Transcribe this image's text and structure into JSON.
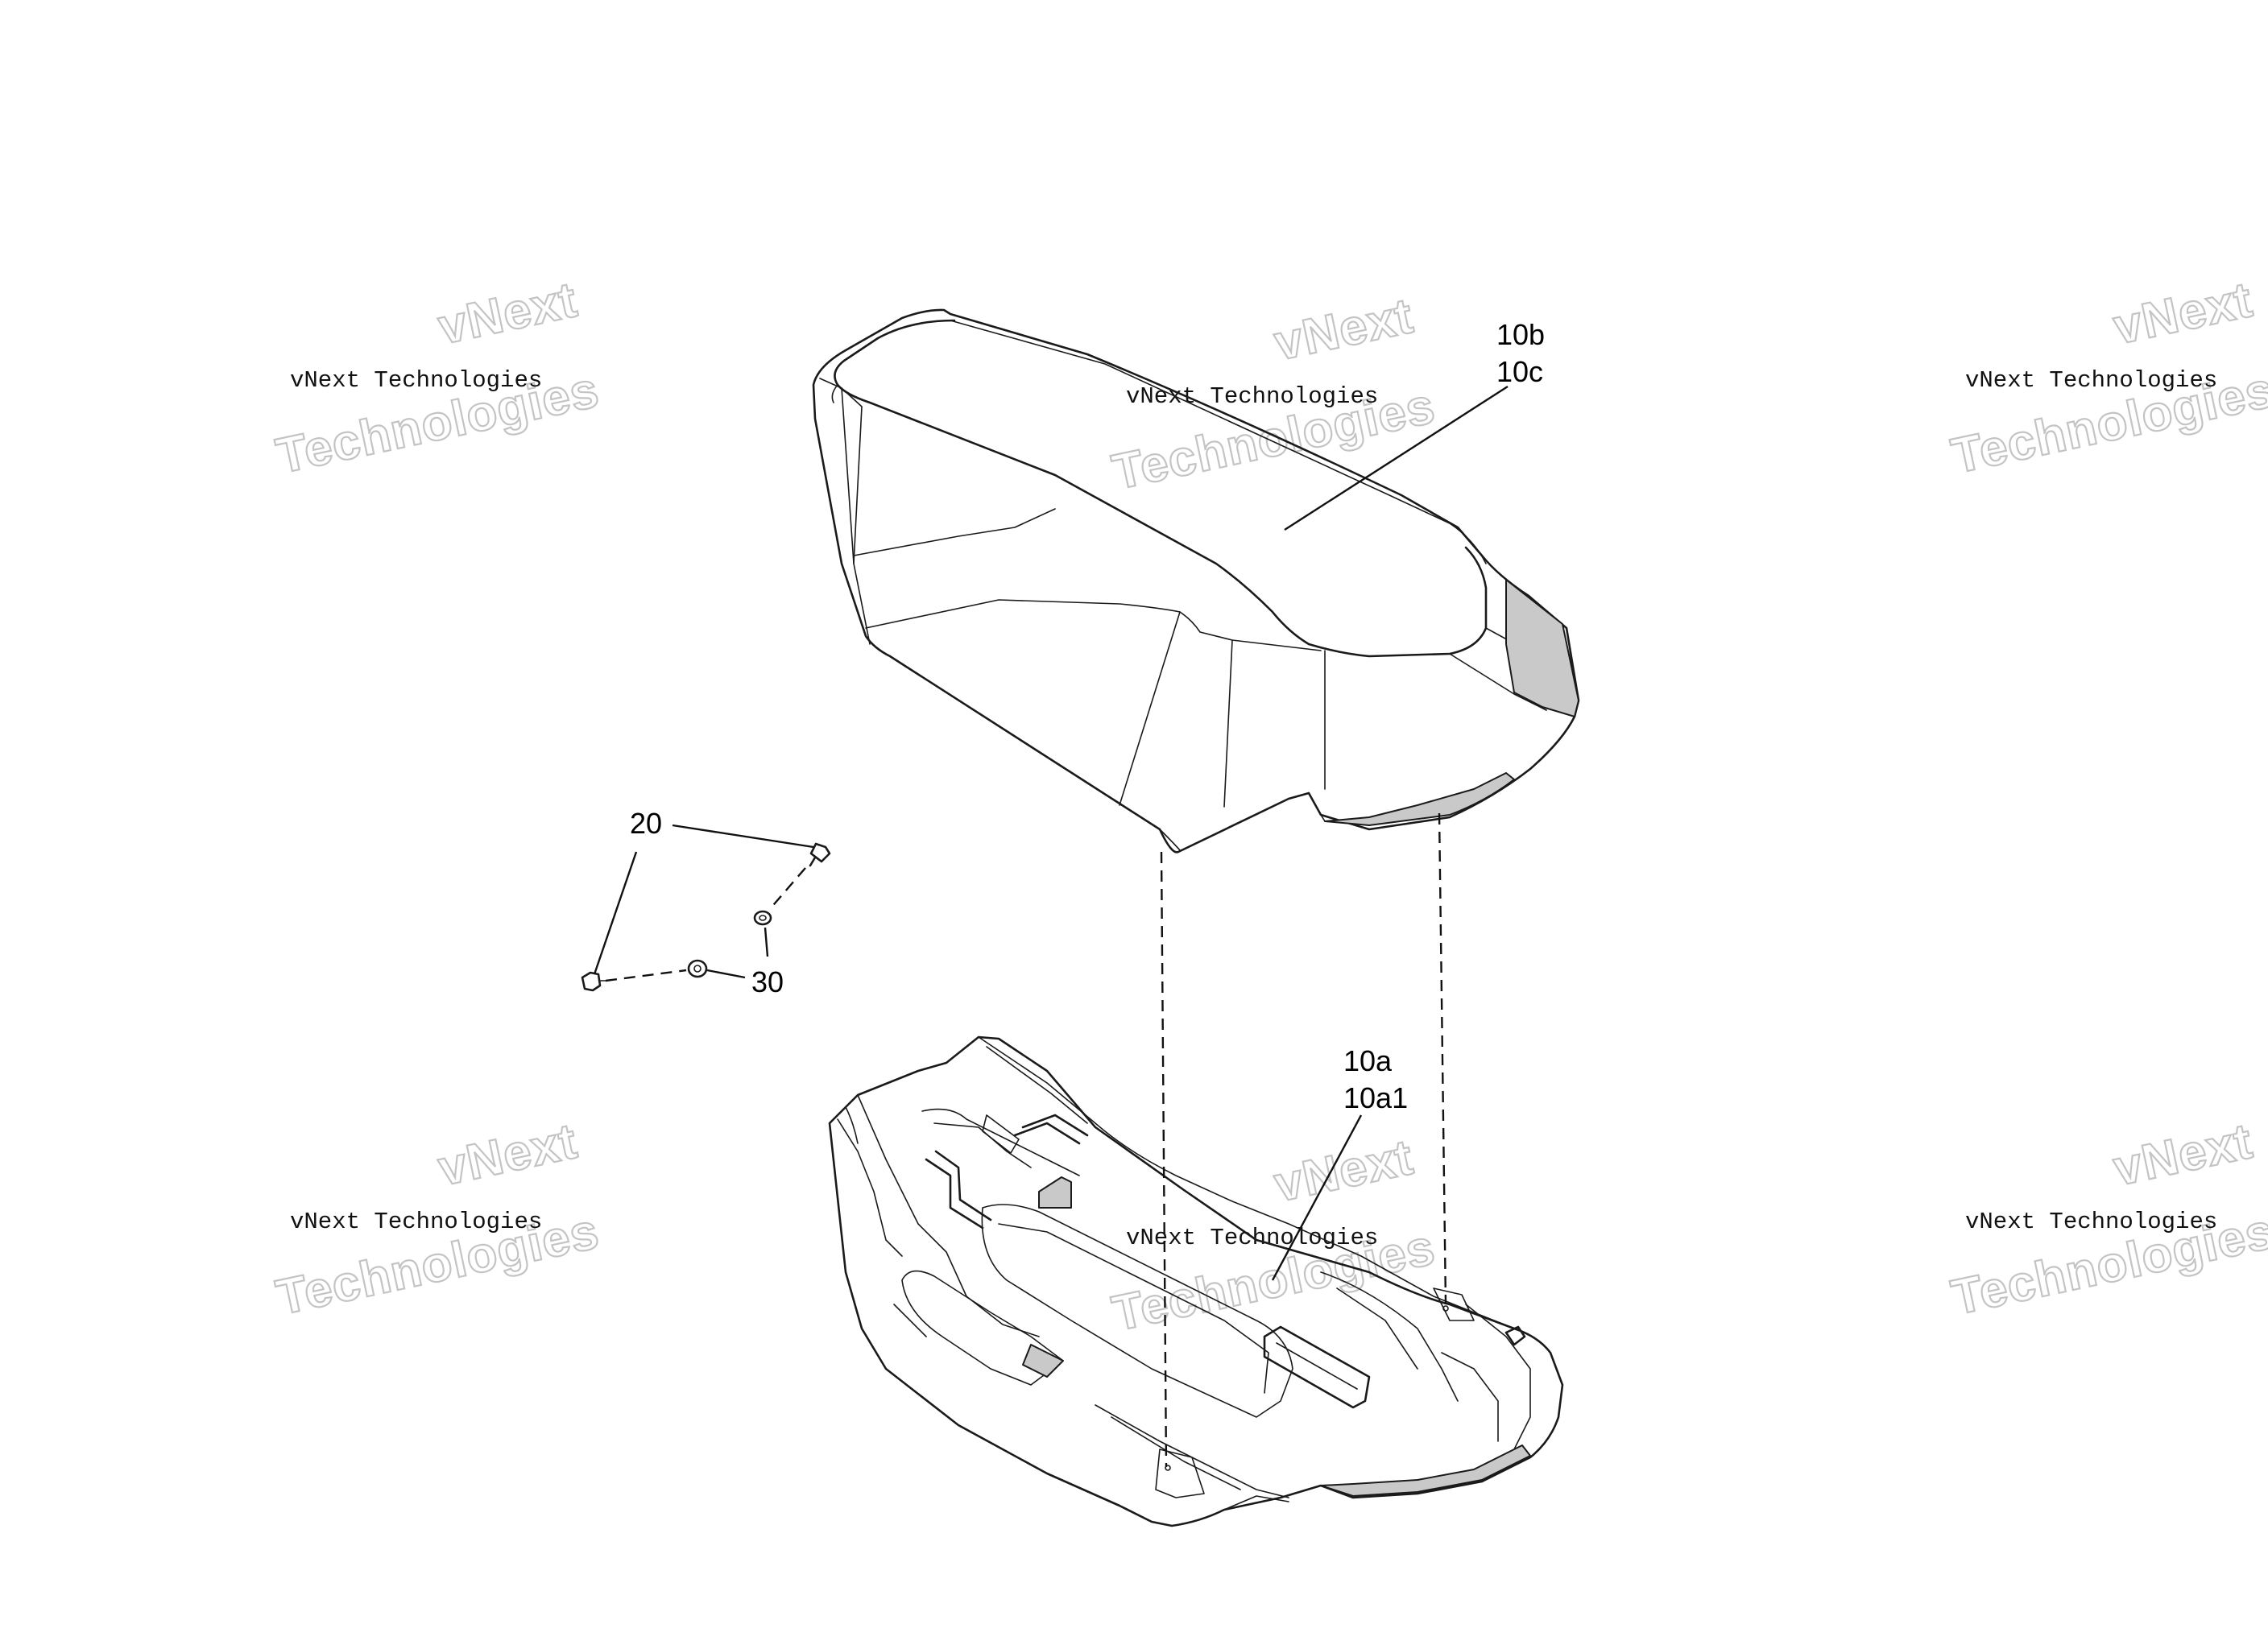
{
  "callouts": {
    "c10b": "10b",
    "c10c": "10c",
    "c20": "20",
    "c30": "30",
    "c10a": "10a",
    "c10a1": "10a1"
  },
  "watermark": {
    "line1": "vNext Technologies",
    "line2a": "vNext",
    "line2b": "Technologies"
  }
}
